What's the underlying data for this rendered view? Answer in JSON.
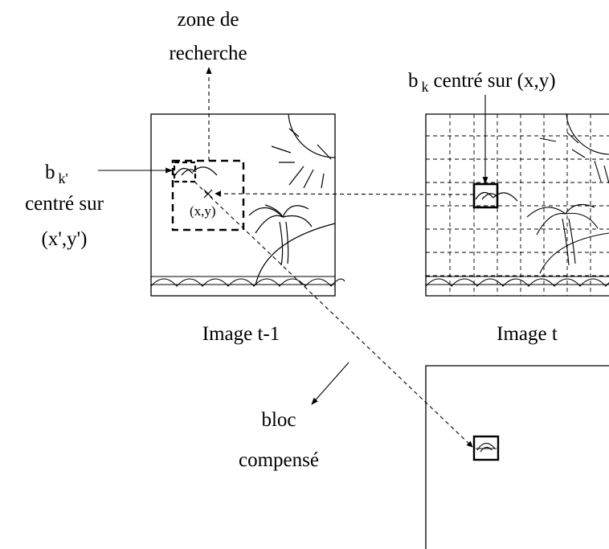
{
  "labels": {
    "search_zone_line1": "zone de",
    "search_zone_line2": "recherche",
    "bk_centered": "b",
    "bk_centered_sub": "k",
    "bk_centered_text": "centré sur (x,y)",
    "bkprime_b": "b",
    "bkprime_sub": "k'",
    "bkprime_line2": "centré sur",
    "bkprime_line3": "(x',y')",
    "center_xy": "(x,y)",
    "image_prev": "Image t-1",
    "image_curr": "Image t",
    "compensated_line1": "bloc",
    "compensated_line2": "compensé"
  }
}
